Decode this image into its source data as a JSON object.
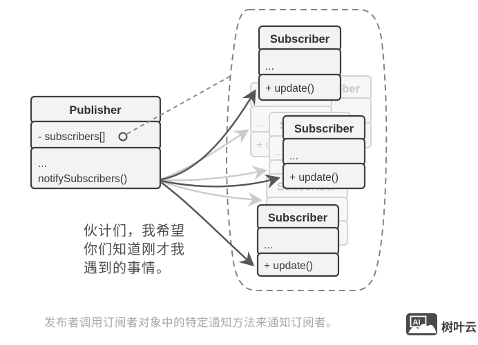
{
  "publisher": {
    "title": "Publisher",
    "attribute": "- subscribers[]",
    "ellipsis": "...",
    "method": "notifySubscribers()"
  },
  "subscriber": {
    "title": "Subscriber",
    "ellipsis": "...",
    "method": "+ update()"
  },
  "speech": {
    "line1": "伙计们，我希望",
    "line2": "你们知道刚才我",
    "line3": "遇到的事情。"
  },
  "caption": "发布者调用订阅者对象中的特定通知方法来通知订阅者。",
  "logo": {
    "ai": "AI",
    "brand": "树叶云"
  },
  "colors": {
    "box_border": "#3e3e3e",
    "box_fill": "#f3f3f3",
    "ghost_border": "#d3d3d3",
    "ghost_fill": "#f7f7f7",
    "dark_arrow": "#575757",
    "light_arrow": "#cccccc",
    "dashed_outline": "#848484",
    "speech_text": "#4f4f4f",
    "caption_text": "#a8a8a8",
    "logo_bg": "#4a4a4a"
  }
}
